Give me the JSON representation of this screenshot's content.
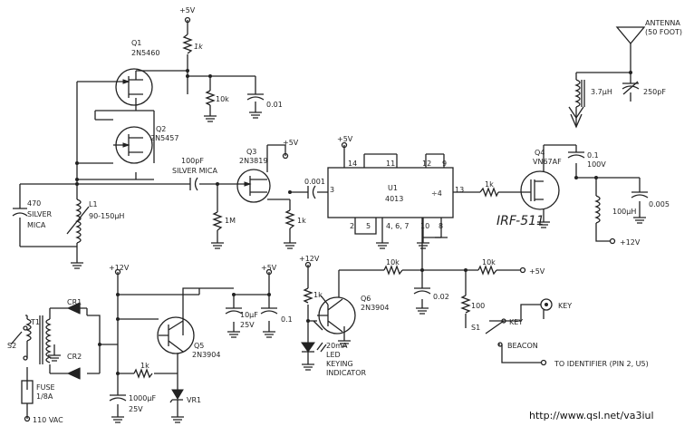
{
  "power": {
    "v5": "+5V",
    "v12": "+12V"
  },
  "components": {
    "q1": {
      "ref": "Q1",
      "part": "2N5460"
    },
    "q2": {
      "ref": "Q2",
      "part": "2N5457"
    },
    "q3": {
      "ref": "Q3",
      "part": "2N3819"
    },
    "q4": {
      "ref": "Q4",
      "part": "VN67AF"
    },
    "q5": {
      "ref": "Q5",
      "part": "2N3904"
    },
    "q6": {
      "ref": "Q6",
      "part": "2N3904"
    },
    "u1": {
      "ref": "U1",
      "part": "4013",
      "div": "÷4"
    },
    "l1": {
      "ref": "L1",
      "value": "90-150µH"
    },
    "c_silver_mica": {
      "value": "470",
      "l2": "SILVER",
      "l3": "MICA"
    },
    "c_100pf": {
      "value": "100pF",
      "l2": "SILVER MICA"
    },
    "c_001": "0.001",
    "c_01_top": "0.01",
    "c_02": "0.02",
    "c_0005": "0.005",
    "c_out": {
      "v1": "0.1",
      "v2": "100V"
    },
    "c_10uf": {
      "v1": "10µF",
      "v2": "25V"
    },
    "c_01_reg": "0.1",
    "c_1000uf": {
      "v1": "1000µF",
      "v2": "25V"
    },
    "r_1k_top": "1k",
    "r_10k_top": "10k",
    "r_1m": "1M",
    "r_1k_q3": "1k",
    "r_1k_u1": "1k",
    "r_10k_a": "10k",
    "r_10k_b": "10k",
    "r_100": "100",
    "r_1k_led": "1k",
    "r_1k_reg": "1k",
    "l_37": "3.7µH",
    "c_250": "250pF",
    "l_100": "100µH",
    "vr1": "VR1",
    "t1": "T1",
    "cr1": "CR1",
    "cr2": "CR2",
    "s1": "S1",
    "s2": "S2",
    "fuse": {
      "l1": "FUSE",
      "l2": "1/8A"
    },
    "led": {
      "l1": "20mA",
      "l2": "LED",
      "l3": "KEYING",
      "l4": "INDICATOR"
    }
  },
  "pins": {
    "p14": "14",
    "p11": "11",
    "p12": "12",
    "p9": "9",
    "p3": "3",
    "p13": "13",
    "p2": "2",
    "p5": "5",
    "p467": "4, 6, 7",
    "p10": "10",
    "p8": "8"
  },
  "annotations": {
    "antenna": {
      "l1": "ANTENNA",
      "l2": "(50 FOOT)"
    },
    "key_jack": "KEY",
    "key_switch": "KEY",
    "beacon": "BEACON",
    "identifier": "TO IDENTIFIER (PIN 2, U5)",
    "vac": "110 VAC",
    "handwritten": "IRF-511",
    "url": "http://www.qsl.net/va3iul"
  }
}
